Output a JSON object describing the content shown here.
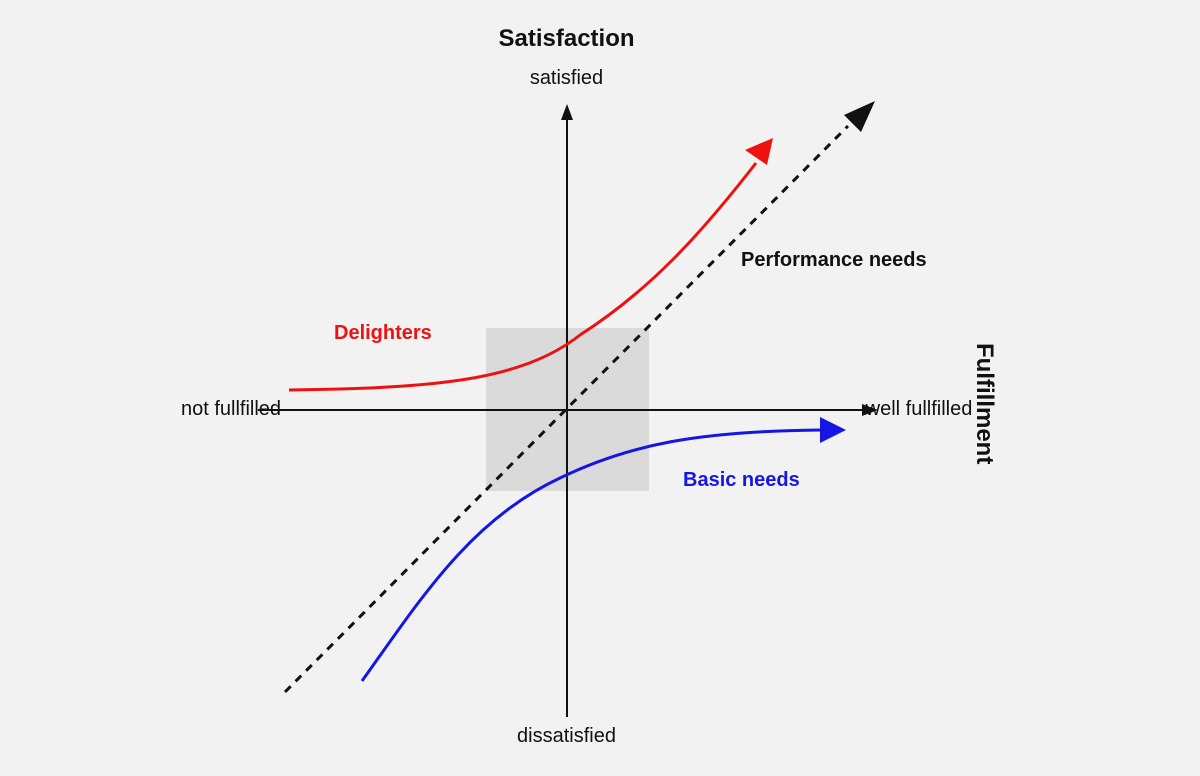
{
  "vertical_axis": {
    "title": "Satisfaction",
    "top_label": "satisfied",
    "bottom_label": "dissatisfied"
  },
  "horizontal_axis": {
    "title": "Fulfillment",
    "left_label": "not fullfilled",
    "right_label": "well fullfilled"
  },
  "curves": {
    "delighters": {
      "label": "Delighters",
      "color": "#ee1111"
    },
    "performance": {
      "label": "Performance needs",
      "color": "#111111"
    },
    "basic": {
      "label": "Basic needs",
      "color": "#1515e6"
    }
  },
  "colors": {
    "background": "#f2f2f2",
    "center_box": "#dadada",
    "axis": "#111111"
  }
}
